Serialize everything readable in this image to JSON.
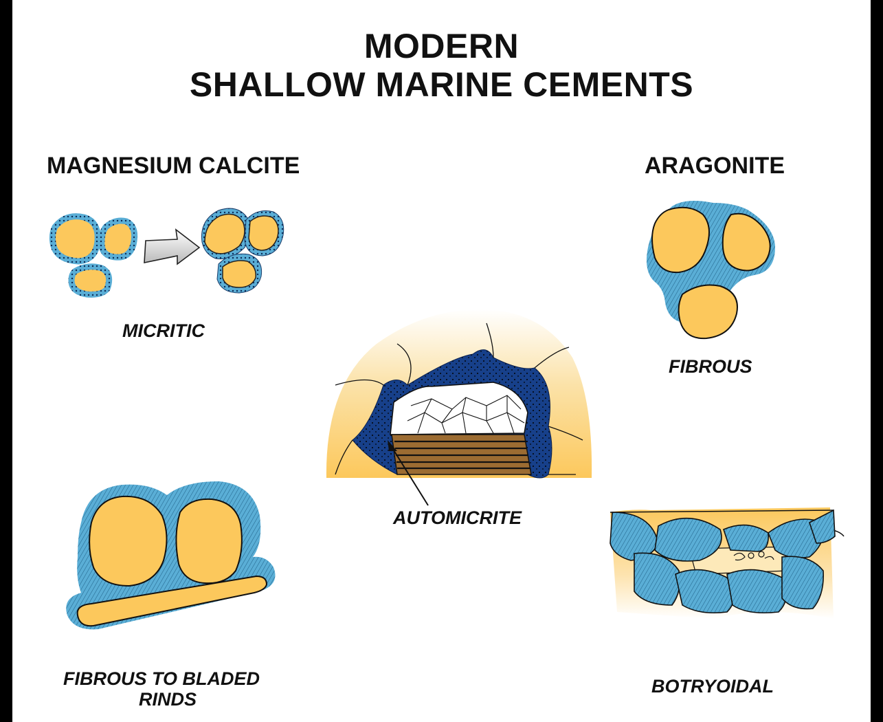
{
  "title": {
    "line1": "MODERN",
    "line2": "SHALLOW MARINE CEMENTS"
  },
  "headings": {
    "left": "MAGNESIUM CALCITE",
    "right": "ARAGONITE"
  },
  "captions": {
    "micritic": "MICRITIC",
    "fibrous": "FIBROUS",
    "automicrite": "AUTOMICRITE",
    "bladed_line1": "FIBROUS TO BLADED",
    "bladed_line2": "RINDS",
    "botryoidal": "BOTRYOIDAL"
  },
  "colors": {
    "grain": "#fcc85c",
    "cement_blue": "#5aaed6",
    "automicrite_blue": "#17408a",
    "sediment_brown": "#9c6c32",
    "pore_sand": "#fbe2a8",
    "arrow_gray": "#cfcfcf"
  }
}
